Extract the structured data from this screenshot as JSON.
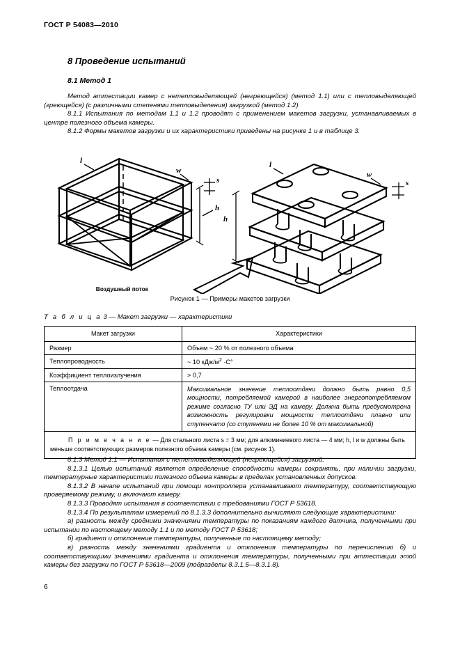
{
  "document": {
    "standard_header": "ГОСТ Р 54083—2010",
    "page_number": "6"
  },
  "headings": {
    "section": "8 Проведение испытаний",
    "subsection": "8.1 Метод 1"
  },
  "intro_paragraphs": [
    "Метод аттестации камер с нетепловыделяющей (негреющейся) (метод 1.1) или с тепловыделяющей (греющейся) (с различными степенями тепловыделения) загрузкой (метод 1.2)",
    "8.1.1 Испытания по методам 1.1 и 1.2 проводят с применением макетов загрузки, устанавливаемых в центре полезного объема камеры.",
    "8.1.2 Формы макетов загрузки и их характеристики приведены на рисунке 1 и в таблице 3."
  ],
  "figure": {
    "caption": "Рисунок 1 — Примеры макетов загрузки",
    "airflow_label": "Воздушный поток",
    "dimension_labels": {
      "length": "l",
      "width": "w",
      "height": "h",
      "thickness": "s"
    }
  },
  "table": {
    "title_prefix": "Т а б л и ц а",
    "title_rest": "3 — Макет загрузки — характеристики",
    "headers": [
      "Макет загрузки",
      "Характеристики"
    ],
    "rows": [
      {
        "name": "Размер",
        "value": "Объем ~ 20 % от полезного объема",
        "italic": false
      },
      {
        "name": "Теплопроводность",
        "value": "~ 10 кДж/м2 ·С°",
        "value_prefix": "~ 10 кДж/м",
        "value_sup": "2",
        "value_suffix": " ·С°",
        "italic": false
      },
      {
        "name": "Коэффициент теплоизлучения",
        "value": "> 0,7",
        "italic": false
      },
      {
        "name": "Теплоотдача",
        "value": "Максимальное значение теплоотдачи должно быть равно 0,5 мощности, потребляемой камерой в наиболее энергопотребляемом режиме согласно ТУ или ЭД на камеру. Должна быть предусмотрена возможность регулировки мощности теплоотдачи плавно или ступенчато (со ступенями не более 10 % от максимальной)",
        "italic": true
      }
    ],
    "note": {
      "lead": "П р и м е ч а н и е",
      "text": "— Для стального листа s = 3 мм; для алюминиевого листа — 4 мм; h, l и w должны быть меньше соответствующих размеров полезного объема камеры (см. рисунок 1)."
    }
  },
  "closing_paragraphs": [
    "8.1.3 Метод 1.1 — Испытания с нетепловыделяющей (негреющейся) загрузкой.",
    "8.1.3.1 Целью испытаний является определение способности камеры сохранять, при наличии загрузки, температурные характеристики полезного объема камеры в пределах установленных допусков.",
    "8.1.3.2 В начале испытаний при помощи контроллера устанавливают температуру, соответствующую проверяемому режиму, и включают камеру.",
    "8.1.3.3 Проводят испытания в соответствии с требованиями ГОСТ Р 53618.",
    "8.1.3.4 По результатам измерений по 8.1.3.3 дополнительно вычисляют следующие характеристики:",
    "а) разность между средними значениями температуры по показаниям каждого датчика, полученными при испытании по настоящему методу 1.1 и по методу ГОСТ Р 53618;",
    "б) градиент и отклонение температуры, полученные по настоящему методу;",
    "в) разность между значениями градиента и отклонения температуры по перечислению б) и соответствующими значениями градиента и отклонения температуры, полученными при аттестации этой камеры без загрузки по ГОСТ Р 53618—2009 (подразделы 8.3.1.5—8.3.1.8)."
  ]
}
